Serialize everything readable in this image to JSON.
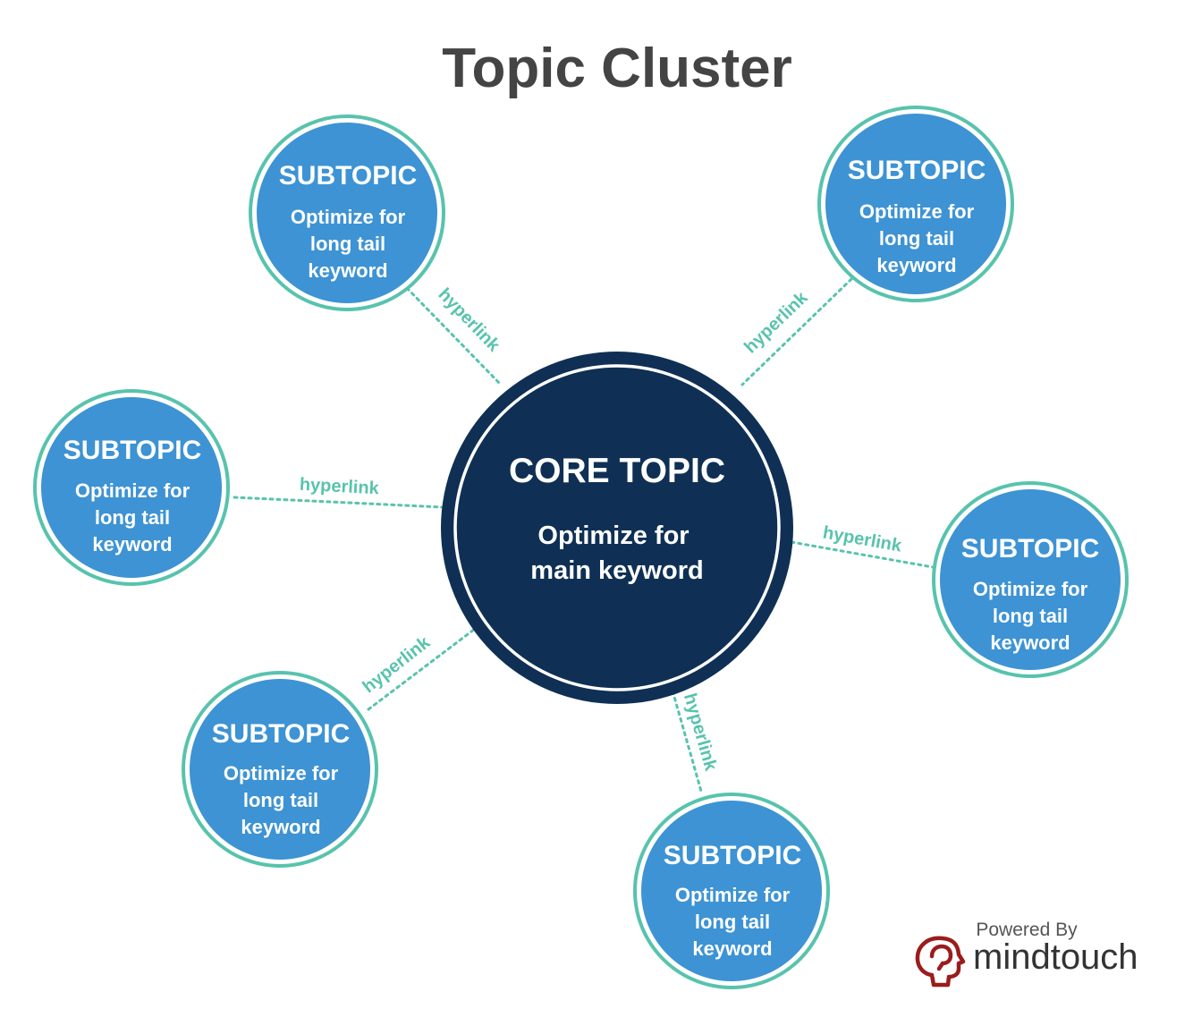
{
  "title": "Topic Cluster",
  "colors": {
    "title": "#444444",
    "subtopic_fill": "#3d93d4",
    "subtopic_ring": "#58c3ad",
    "core_fill": "#0f3054",
    "link": "#58c3ad",
    "brand_mark": "#9b1c1c"
  },
  "core": {
    "heading": "CORE TOPIC",
    "line1": "Optimize for",
    "line2": "main keyword"
  },
  "subtopics": [
    {
      "heading": "SUBTOPIC",
      "line1": "Optimize for",
      "line2": "long tail",
      "line3": "keyword"
    },
    {
      "heading": "SUBTOPIC",
      "line1": "Optimize for",
      "line2": "long tail",
      "line3": "keyword"
    },
    {
      "heading": "SUBTOPIC",
      "line1": "Optimize for",
      "line2": "long tail",
      "line3": "keyword"
    },
    {
      "heading": "SUBTOPIC",
      "line1": "Optimize for",
      "line2": "long tail",
      "line3": "keyword"
    },
    {
      "heading": "SUBTOPIC",
      "line1": "Optimize for",
      "line2": "long tail",
      "line3": "keyword"
    },
    {
      "heading": "SUBTOPIC",
      "line1": "Optimize for",
      "line2": "long tail",
      "line3": "keyword"
    }
  ],
  "links": [
    "hyperlink",
    "hyperlink",
    "hyperlink",
    "hyperlink",
    "hyperlink",
    "hyperlink"
  ],
  "footer": {
    "powered_by": "Powered By",
    "brand": "mindtouch",
    "logo_icon": "mindtouch-head-logo"
  }
}
